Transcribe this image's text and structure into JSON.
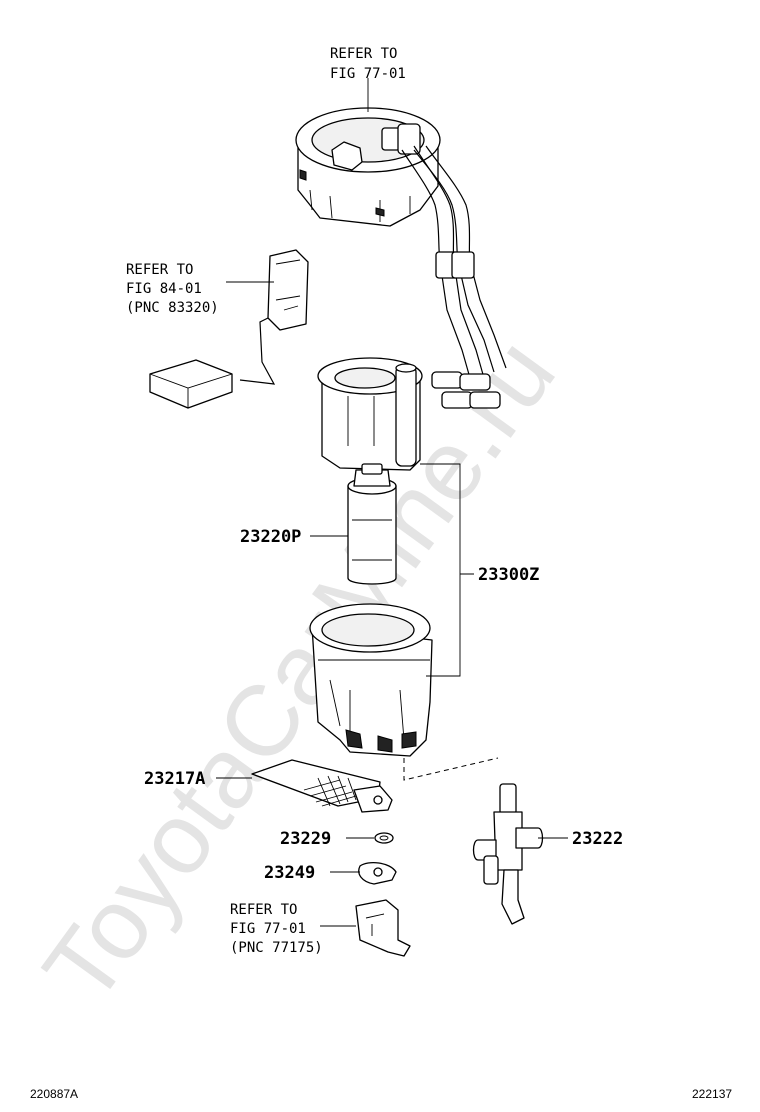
{
  "watermark": "ToyotaCarMine.ru",
  "refs": {
    "top": {
      "line1": "REFER TO",
      "line2": "FIG 77-01"
    },
    "sender": {
      "line1": "REFER TO",
      "line2": "FIG 84-01",
      "line3": "(PNC 83320)"
    },
    "bottom": {
      "line1": "REFER TO",
      "line2": "FIG 77-01",
      "line3": "(PNC 77175)"
    }
  },
  "parts": {
    "p23220P": "23220P",
    "p23300Z": "23300Z",
    "p23217A": "23217A",
    "p23229": "23229",
    "p23249": "23249",
    "p23222": "23222"
  },
  "footer": {
    "left_code": "220887A",
    "right_code": "222137"
  }
}
